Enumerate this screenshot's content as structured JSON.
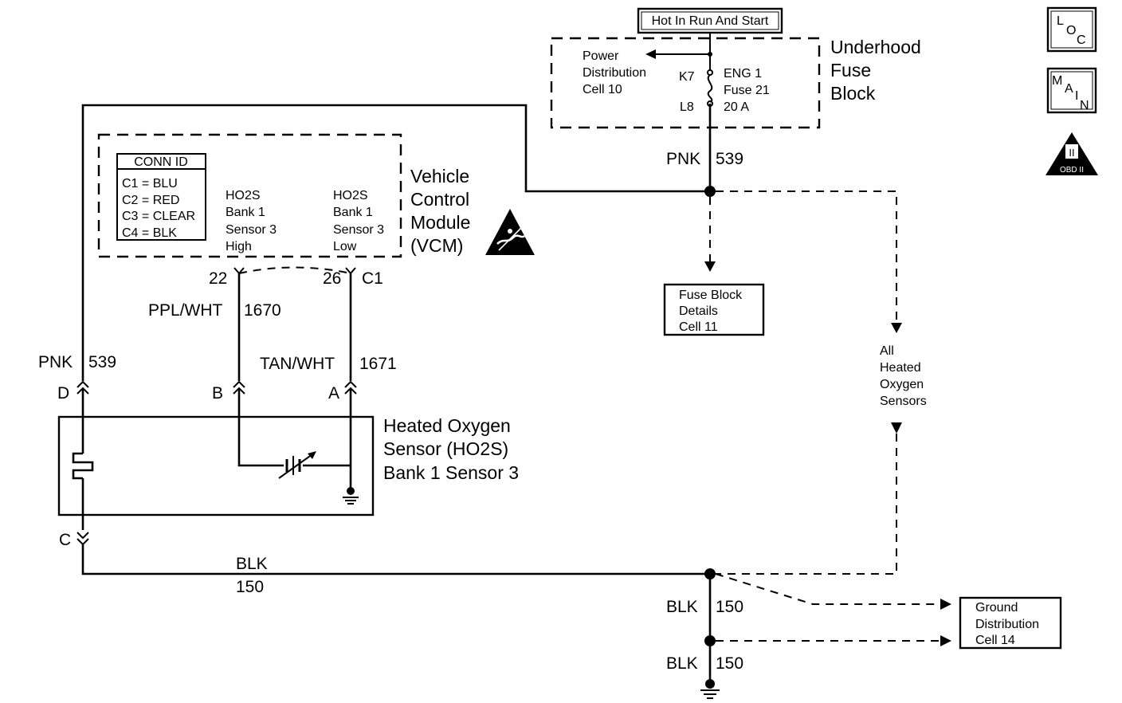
{
  "hot_label": "Hot In Run And Start",
  "fuse_block": {
    "title_lines": [
      "Underhood",
      "Fuse",
      "Block"
    ],
    "power_lines": [
      "Power",
      "Distribution",
      "Cell 10"
    ],
    "pin_k7": "K7",
    "pin_l8": "L8",
    "fuse_lines": [
      "ENG 1",
      "Fuse 21",
      "20 A"
    ]
  },
  "vcm": {
    "title_lines": [
      "Vehicle",
      "Control",
      "Module",
      "(VCM)"
    ],
    "conn_id_title": "CONN ID",
    "conn_ids": [
      "C1 = BLU",
      "C2 = RED",
      "C3 = CLEAR",
      "C4 = BLK"
    ],
    "high_lines": [
      "HO2S",
      "Bank 1",
      "Sensor 3",
      "High"
    ],
    "low_lines": [
      "HO2S",
      "Bank 1",
      "Sensor 3",
      "Low"
    ],
    "pin_22": "22",
    "pin_26": "26",
    "conn_c1": "C1"
  },
  "wires": {
    "pnk_539_top": {
      "color": "PNK",
      "circuit": "539"
    },
    "pnk_539_left": {
      "color": "PNK",
      "circuit": "539"
    },
    "ppl_wht": "PPL/WHT",
    "ppl_wht_circuit": "1670",
    "tan_wht": "TAN/WHT",
    "tan_wht_circuit": "1671",
    "blk_150_main": {
      "color": "BLK",
      "circuit": "150"
    },
    "blk_150_a": {
      "color": "BLK",
      "circuit": "150"
    },
    "blk_150_b": {
      "color": "BLK",
      "circuit": "150"
    }
  },
  "sensor": {
    "title_lines": [
      "Heated Oxygen",
      "Sensor (HO2S)",
      "Bank 1 Sensor 3"
    ],
    "pin_d": "D",
    "pin_b": "B",
    "pin_a": "A",
    "pin_c": "C"
  },
  "fuse_details": [
    "Fuse Block",
    "Details",
    "Cell 11"
  ],
  "all_sensors": [
    "All",
    "Heated",
    "Oxygen",
    "Sensors"
  ],
  "ground_distribution": [
    "Ground",
    "Distribution",
    "Cell 14"
  ],
  "badges": {
    "loc": [
      "L",
      "O",
      "C"
    ],
    "main": [
      "M",
      "A",
      "I",
      "N"
    ],
    "obd": [
      "II",
      "OBD II"
    ]
  },
  "icons": {
    "esd": "esd-warning-icon",
    "ground": "ground-icon",
    "heater": "heater-element-icon",
    "variable_resistor": "variable-resistor-icon"
  }
}
